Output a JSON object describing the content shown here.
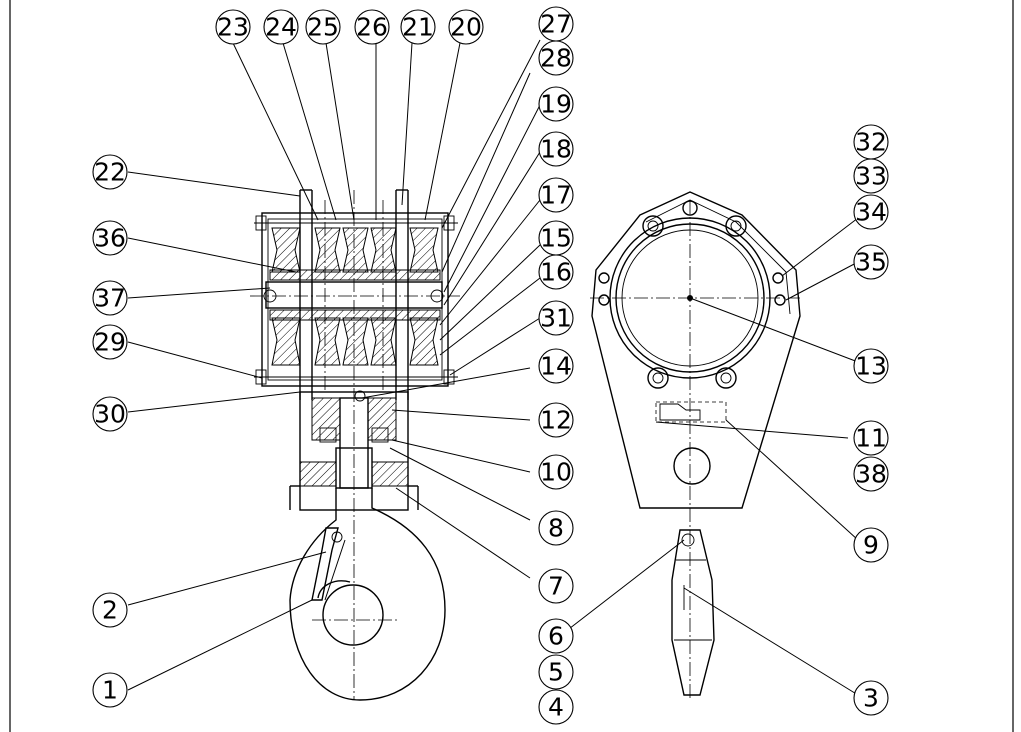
{
  "balloons": {
    "b1": "1",
    "b2": "2",
    "b3": "3",
    "b4": "4",
    "b5": "5",
    "b6": "6",
    "b7": "7",
    "b8": "8",
    "b9": "9",
    "b10": "10",
    "b11": "11",
    "b12": "12",
    "b13": "13",
    "b14": "14",
    "b15": "15",
    "b16": "16",
    "b17": "17",
    "b18": "18",
    "b19": "19",
    "b20": "20",
    "b21": "21",
    "b22": "22",
    "b23": "23",
    "b24": "24",
    "b25": "25",
    "b26": "26",
    "b27": "27",
    "b28": "28",
    "b29": "29",
    "b30": "30",
    "b31": "31",
    "b32": "32",
    "b33": "33",
    "b34": "34",
    "b35": "35",
    "b36": "36",
    "b37": "37",
    "b38": "38"
  }
}
